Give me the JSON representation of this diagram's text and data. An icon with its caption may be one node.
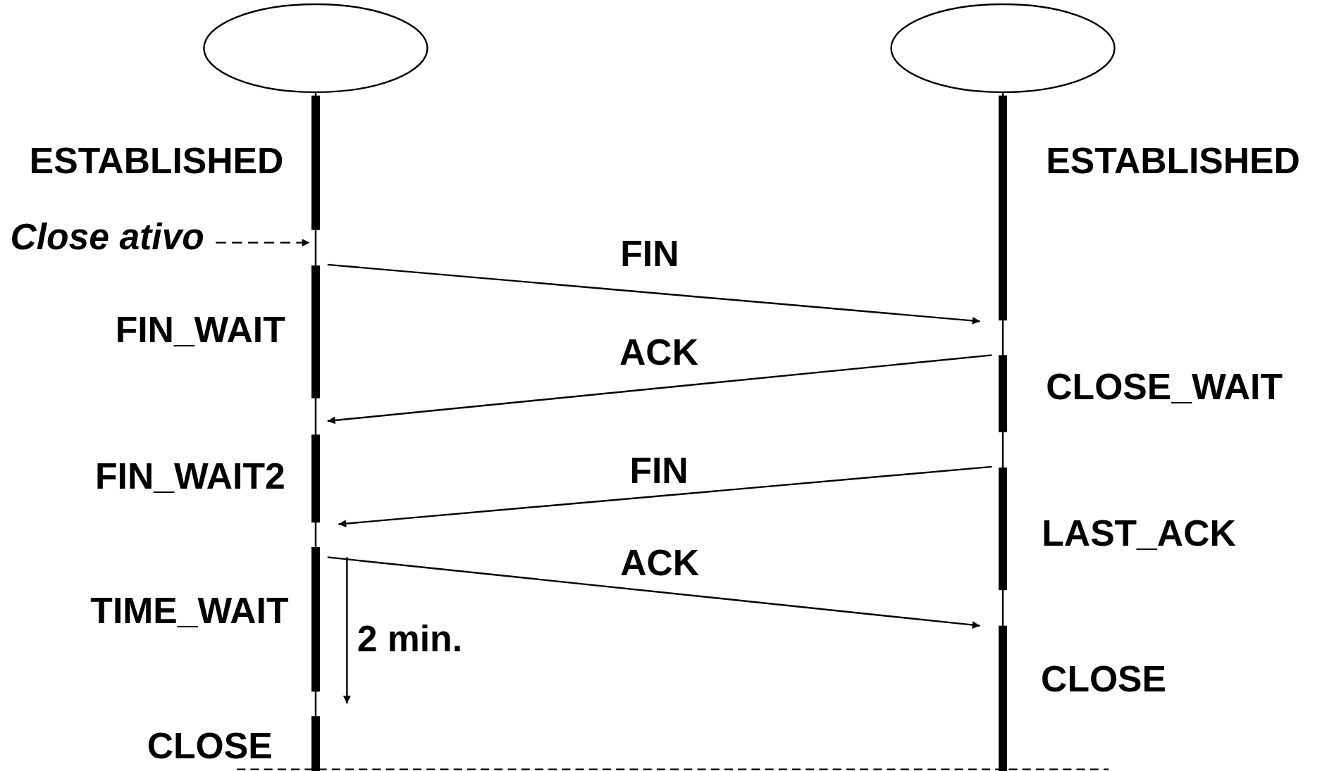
{
  "diagram": {
    "nodes": [
      {
        "text": [],
        "shape": "ellipse"
      },
      {
        "text": [],
        "shape": "ellipse"
      },
      {
        "text": [
          "Close ativo"
        ]
      }
    ],
    "edges": [
      {
        "from": 0,
        "to": 1,
        "arrow": "to",
        "label": "FIN"
      },
      {
        "from": 1,
        "to": 0,
        "arrow": "to",
        "label": "ACK"
      },
      {
        "from": 1,
        "to": 0,
        "arrow": "to",
        "label": "FIN"
      },
      {
        "from": 0,
        "to": 1,
        "arrow": "to",
        "label": "ACK"
      },
      {
        "from": 2,
        "to": 0,
        "arrow": "to",
        "style": "dashed"
      }
    ],
    "labels": [
      "ESTABLISHED",
      "ESTABLISHED",
      "FIN_WAIT",
      "CLOSE_WAIT",
      "FIN_WAIT2",
      "LAST_ACK",
      "TIME_WAIT",
      "2 min.",
      "CLOSE",
      "CLOSE"
    ]
  }
}
